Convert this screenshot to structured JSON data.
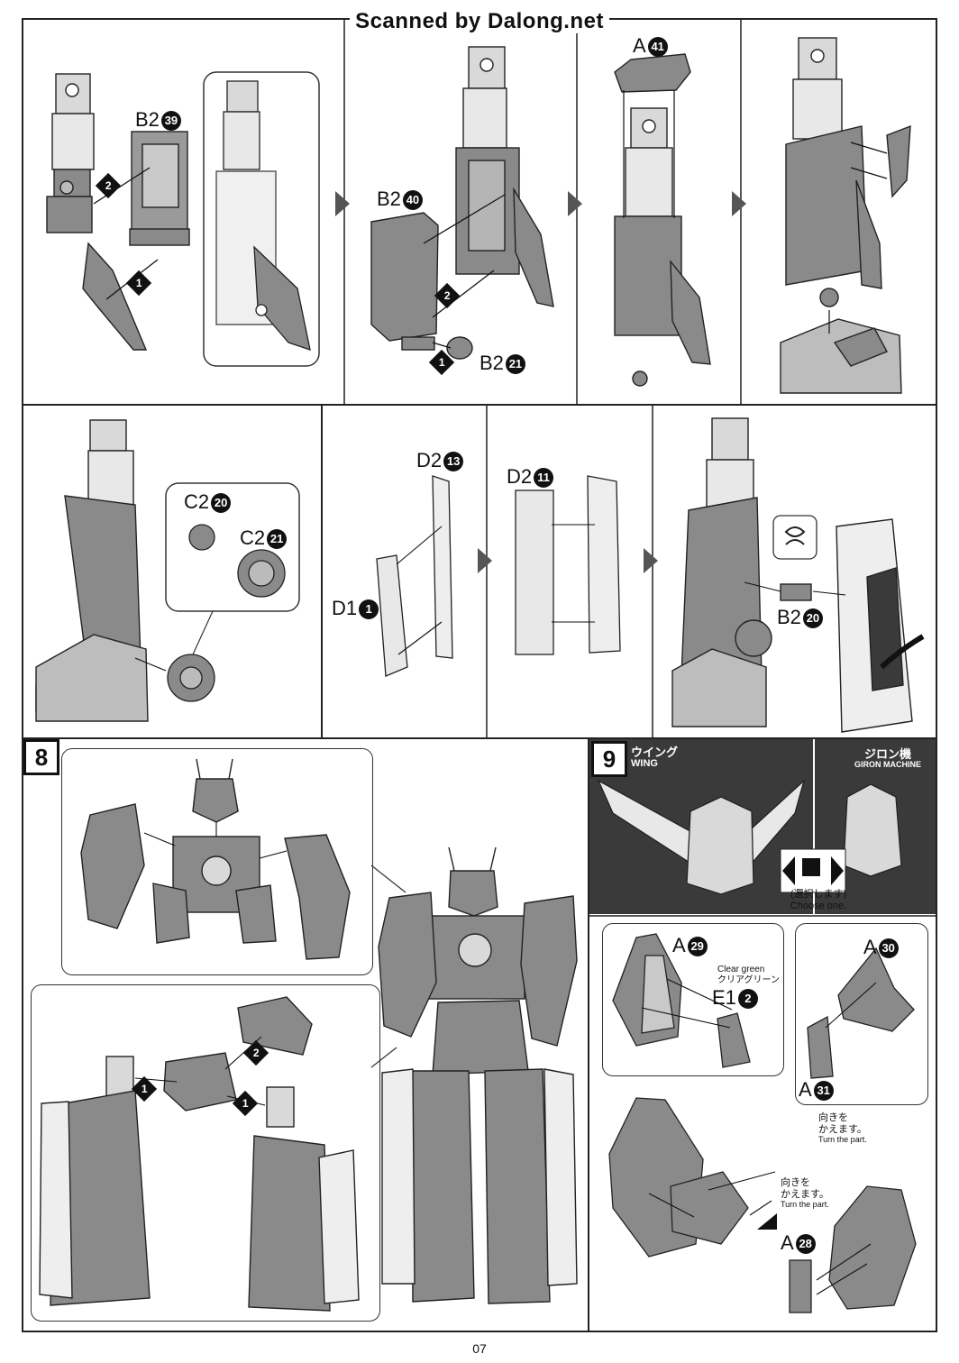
{
  "watermark": "Scanned by Dalong.net",
  "page_number": "07",
  "top_row": {
    "labels": {
      "b2_39": "B2",
      "b2_39_num": "39",
      "b2_40": "B2",
      "b2_40_num": "40",
      "b2_21": "B2",
      "b2_21_num": "21",
      "a_41": "A",
      "a_41_num": "41"
    },
    "seq": [
      "2",
      "1",
      "2",
      "1"
    ]
  },
  "middle_row": {
    "labels": {
      "c2_20": "C2",
      "c2_20_num": "20",
      "c2_21": "C2",
      "c2_21_num": "21",
      "d2_13": "D2",
      "d2_13_num": "13",
      "d2_11": "D2",
      "d2_11_num": "11",
      "d1_1": "D1",
      "d1_1_num": "1",
      "b2_20": "B2",
      "b2_20_num": "20"
    }
  },
  "step8": {
    "badge": "8",
    "seq": [
      "1",
      "2",
      "1"
    ]
  },
  "step9": {
    "badge": "9",
    "wing_jp": "ウイング",
    "wing_en": "WING",
    "giron_jp": "ジロン機",
    "giron_en": "GIRON MACHINE",
    "choose_jp": "(選択します)",
    "choose_en": "Choose one.",
    "labels": {
      "a_29": "A",
      "a_29_num": "29",
      "a_30": "A",
      "a_30_num": "30",
      "a_31": "A",
      "a_31_num": "31",
      "a_28": "A",
      "a_28_num": "28",
      "e1_2": "E1",
      "e1_2_num": "2",
      "clear_green_en": "Clear green",
      "clear_green_jp": "クリアグリーン"
    },
    "turn_note_1_jp1": "向きを",
    "turn_note_1_jp2": "かえます。",
    "turn_note_1_en": "Turn the part.",
    "turn_note_2_jp1": "向きを",
    "turn_note_2_jp2": "かえます。",
    "turn_note_2_en": "Turn the part."
  },
  "colors": {
    "part_gray": "#8a8a8a",
    "part_light": "#d9d9d9",
    "dark_band": "#3a3a3a",
    "line": "#222222"
  }
}
